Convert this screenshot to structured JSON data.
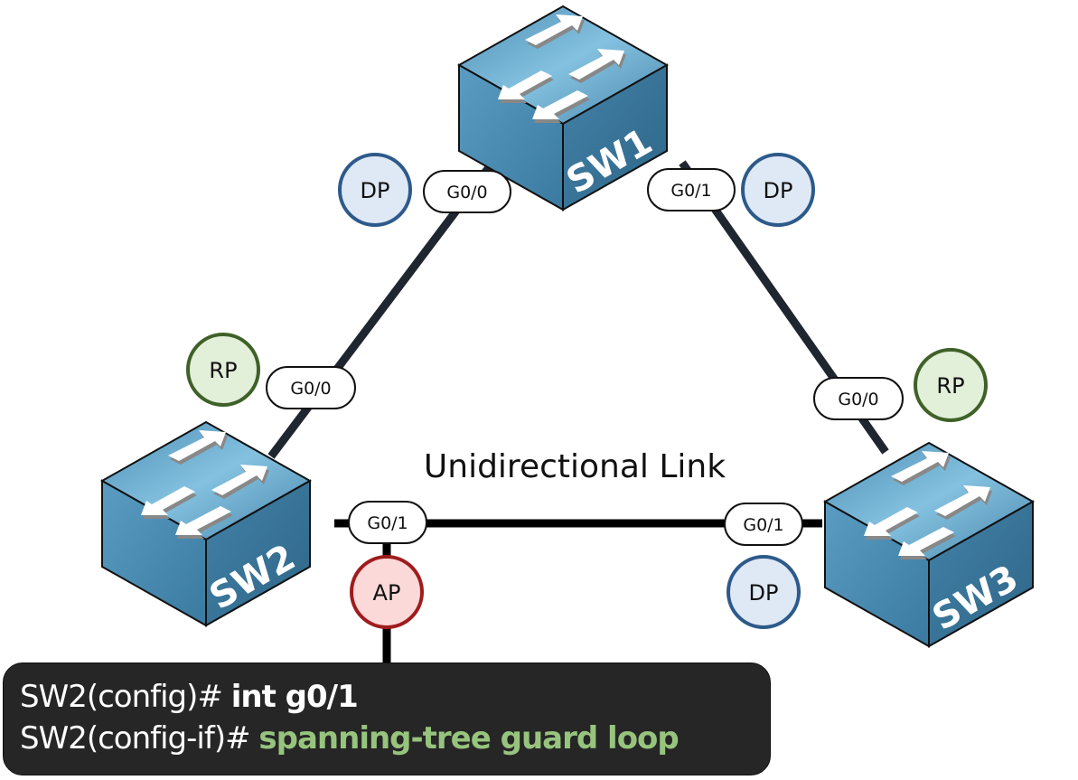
{
  "title": "Unidirectional Link",
  "colors": {
    "switch_top": "#6fb0d4",
    "switch_side": "#3d7ea3",
    "link": "#1f2630",
    "dp_fill": "#dfe9f6",
    "dp_stroke": "#2d5a8a",
    "rp_fill": "#e2efd9",
    "rp_stroke": "#3f6128",
    "ap_fill": "#fcd9d9",
    "ap_stroke": "#a01c1c",
    "cli_bg": "#262626",
    "cli_green": "#97c47d"
  },
  "switches": [
    {
      "id": "sw1",
      "label": "SW1"
    },
    {
      "id": "sw2",
      "label": "SW2"
    },
    {
      "id": "sw3",
      "label": "SW3"
    }
  ],
  "ports": {
    "sw1_g00": "G0/0",
    "sw1_g01": "G0/1",
    "sw2_g00": "G0/0",
    "sw2_g01": "G0/1",
    "sw3_g00": "G0/0",
    "sw3_g01": "G0/1"
  },
  "roles": {
    "sw1_g00": "DP",
    "sw1_g01": "DP",
    "sw2_g00": "RP",
    "sw2_g01": "AP",
    "sw3_g00": "RP",
    "sw3_g01": "DP"
  },
  "cli": [
    {
      "prompt": "SW2(config)# ",
      "command": "int g0/1",
      "highlight": false
    },
    {
      "prompt": "SW2(config-if)# ",
      "command": "spanning-tree guard loop",
      "highlight": true
    }
  ]
}
